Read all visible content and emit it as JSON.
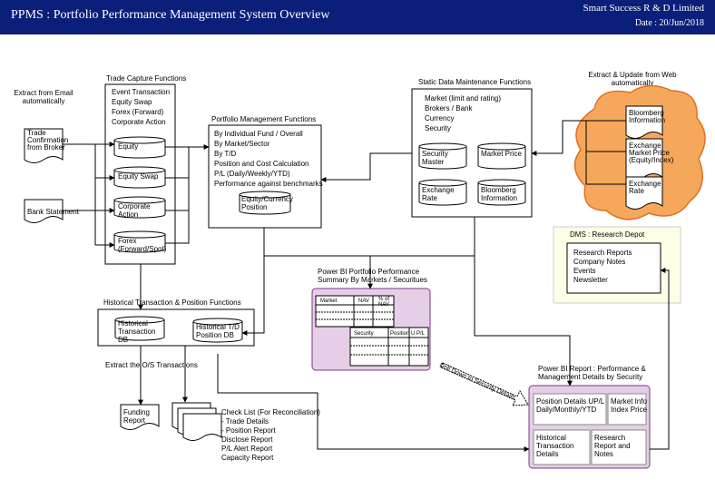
{
  "header": {
    "title": "PPMS : Portfolio Performance Management System Overview",
    "company": "Smart Success R & D Limited",
    "date": "Date : 20/Jun/2018"
  },
  "extract_email": {
    "title": [
      "Extract from Email",
      "automatically"
    ],
    "doc": [
      "Trade",
      "Confirmation",
      "from Broker"
    ]
  },
  "bank_statement": "Bank Statement",
  "trade_capture": {
    "title": "Trade Capture Functions",
    "items": [
      "Event Transaction",
      "Equity Swap",
      "Forex (Forward)",
      "Corporate Action"
    ],
    "dbs": [
      [
        "Equity"
      ],
      [
        "Equity Swap"
      ],
      [
        "Corporate",
        "Action"
      ],
      [
        "Forex",
        "(Forward/Spot)"
      ]
    ]
  },
  "portfolio_mgmt": {
    "title": "Portfolio Management Functions",
    "items": [
      "By Individual Fund / Overall",
      "By Market/Sector",
      "By T/D",
      "Position and Cost Calculation",
      "P/L (Daily/Weekly/YTD)",
      "Performance against benchmarks"
    ],
    "db": [
      "Equity/Currency",
      "Position"
    ]
  },
  "static_data": {
    "title": "Static Data Maintenance Functions",
    "items": [
      "Market (limit and rating)",
      "Brokers / Bank",
      "Currency",
      "Security"
    ],
    "dbs": [
      [
        "Security",
        "Master"
      ],
      [
        "Market Price"
      ],
      [
        "Exchange",
        "Rate"
      ],
      [
        "Bloomberg",
        "Information"
      ]
    ]
  },
  "web": {
    "title": [
      "Extract & Update from Web",
      "automatically"
    ],
    "docs": [
      [
        "Bloomberg",
        "Information"
      ],
      [
        "Exchange",
        "Market Price",
        "(Equity/Index)"
      ],
      [
        "Exchange",
        "Rate"
      ]
    ]
  },
  "dms": {
    "title": "DMS : Research Depot",
    "items": [
      "Research Reports",
      "Company Notes",
      "Events",
      "Newsletter"
    ]
  },
  "history": {
    "title": "Historical Transaction & Position Functions",
    "dbs": [
      [
        "Historical",
        "Transaction",
        "DB"
      ],
      [
        "Historical T/D",
        "Position DB"
      ]
    ],
    "extract": "Extract the O/S Transactions"
  },
  "powerbi1": {
    "title": [
      "Power BI Portfolio Performance",
      "Summary By Markets / Securitues"
    ],
    "t1": [
      "Market",
      "NAV",
      "% of",
      "NAV"
    ],
    "t2": [
      "Security",
      "Position",
      "U P/L"
    ]
  },
  "drill": "Drill Down to Security Details",
  "powerbi2": {
    "title": [
      "Power BI Report : Performance &",
      "Management Details by Security"
    ],
    "cells": [
      [
        "Position Details UP/L",
        "Daily/Monthly/YTD"
      ],
      [
        "Market Info",
        "Index Price"
      ],
      [
        "Historical",
        "Transaction",
        "Details"
      ],
      [
        "Research",
        "Report and",
        "Notes"
      ]
    ]
  },
  "funding": [
    "Funding",
    "Report"
  ],
  "checklist": [
    "Check List (For Reconciliation)",
    "- Trade Details",
    "- Position Report",
    "Disclose Report",
    "P/L Alert Report",
    "Capacity Report"
  ]
}
